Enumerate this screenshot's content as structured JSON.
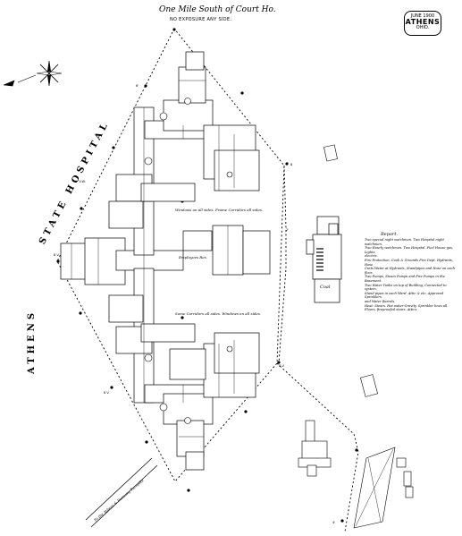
{
  "header": {
    "title": "One Mile South of Court Ho.",
    "subtitle": "NO EXPOSURE ANY SIDE."
  },
  "stamp": {
    "date": "JUNE 1900",
    "city": "ATHENS",
    "state": "OHIO."
  },
  "labels": {
    "hospital_upper": "STATE HOSPITAL",
    "hospital_lower": "ATHENS",
    "report_title": "Report.",
    "coal": "Coal",
    "road": "To the Athens & Pomeroy Turnpike",
    "windows_upper": "Windows on all sides. Frame Corridors all sides.",
    "windows_lower": "Some Corridors all sides. Windows on all sides.",
    "employees": "Employees Res."
  },
  "report_text": [
    "Two special night watchmen. Two Hospital night watchmen.",
    "Two Hourly watchmen. Two Hospital. Fuel House gas. Lights",
    "electric.",
    "Fire Protection, Cook & Grounds Fire Dept. Hydrants, Hose",
    "Carts Water at Hydrants, Standpipes and Hose on each floor.",
    "Two Pumps, Steam Pumps and Fire Pumps in the Basement.",
    "Two Water Tanks on top of Building, Connected to system,",
    "Stand pipes in each Ward. Attic & etc. Approved Sprinklers",
    "and Water Barrels.",
    "Heat: Steam. Hot water-Gravity. Sprinkler lines all.",
    "Floors, fireproofed stairs. Attics."
  ],
  "colors": {
    "ink": "#000000",
    "paper": "#ffffff"
  }
}
